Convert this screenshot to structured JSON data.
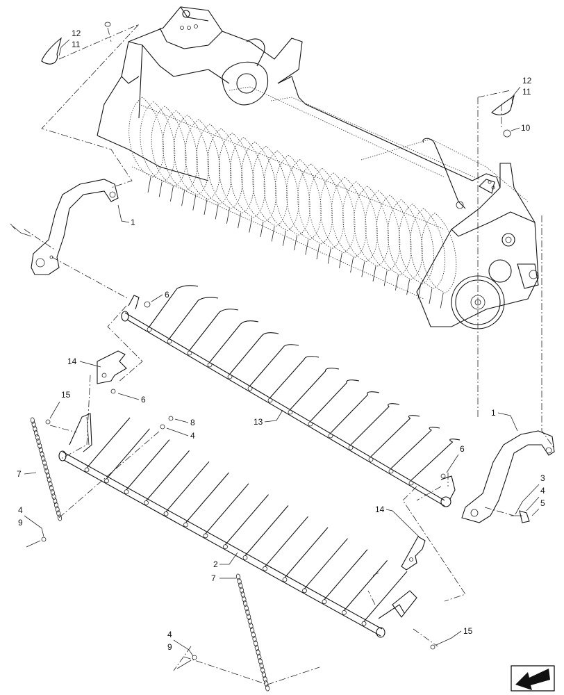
{
  "diagram": {
    "callouts": [
      {
        "id": "c12a",
        "label": "12"
      },
      {
        "id": "c11a",
        "label": "11"
      },
      {
        "id": "c12b",
        "label": "12"
      },
      {
        "id": "c11b",
        "label": "11"
      },
      {
        "id": "c10",
        "label": "10"
      },
      {
        "id": "c1a",
        "label": "1"
      },
      {
        "id": "c6a",
        "label": "6"
      },
      {
        "id": "c14a",
        "label": "14"
      },
      {
        "id": "c6b",
        "label": "6"
      },
      {
        "id": "c15a",
        "label": "15"
      },
      {
        "id": "c8",
        "label": "8"
      },
      {
        "id": "c4a",
        "label": "4"
      },
      {
        "id": "c7a",
        "label": "7"
      },
      {
        "id": "c13",
        "label": "13"
      },
      {
        "id": "c1b",
        "label": "1"
      },
      {
        "id": "c6c",
        "label": "6"
      },
      {
        "id": "c3",
        "label": "3"
      },
      {
        "id": "c4b",
        "label": "4"
      },
      {
        "id": "c5",
        "label": "5"
      },
      {
        "id": "c4c",
        "label": "4"
      },
      {
        "id": "c9a",
        "label": "9"
      },
      {
        "id": "c14b",
        "label": "14"
      },
      {
        "id": "c2",
        "label": "2"
      },
      {
        "id": "c7b",
        "label": "7"
      },
      {
        "id": "c15b",
        "label": "15"
      },
      {
        "id": "c4d",
        "label": "4"
      },
      {
        "id": "c9b",
        "label": "9"
      }
    ],
    "icons": {
      "nav": "return-arrow-icon"
    }
  }
}
